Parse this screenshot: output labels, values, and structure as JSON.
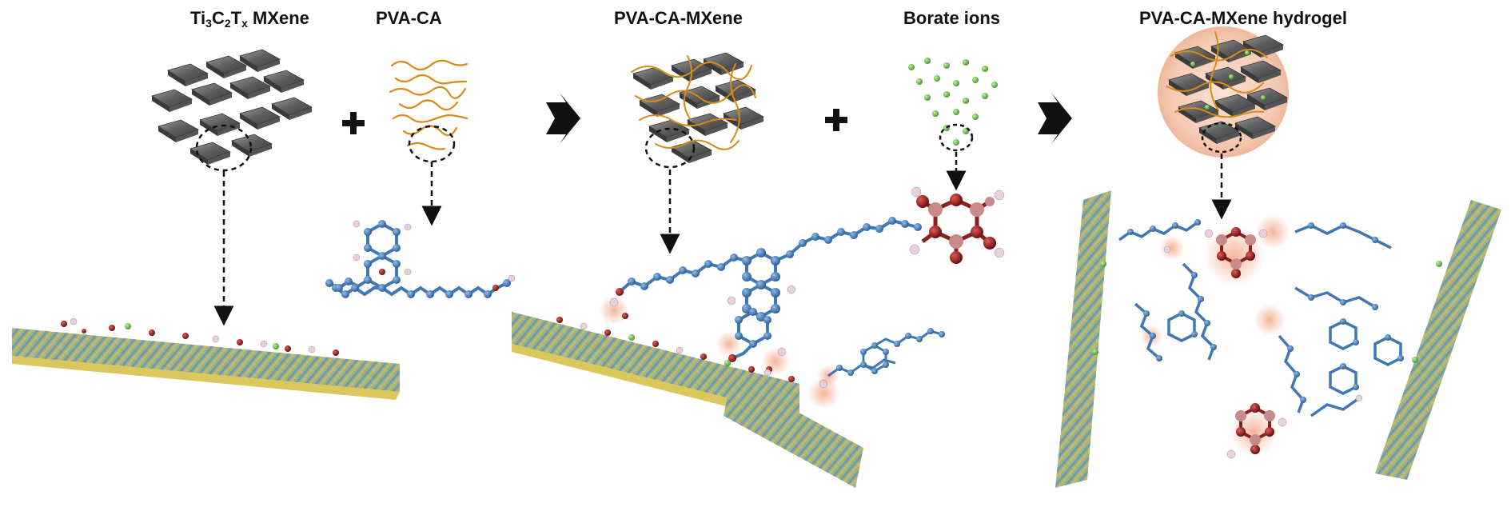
{
  "labels": {
    "mxene_pre": "Ti",
    "mxene_sub1": "3",
    "mxene_c": "C",
    "mxene_sub2": "2",
    "mxene_t": "T",
    "mxene_sub3": "x",
    "mxene_post": " MXene",
    "pva_ca": "PVA-CA",
    "pva_ca_mxene": "PVA-CA-MXene",
    "borate_ions": "Borate ions",
    "hydrogel": "PVA-CA-MXene hydrogel"
  },
  "colors": {
    "sheet": "#6f6f6f",
    "polymer": "#d98a1a",
    "chain": "#3f78b5",
    "gold": "#c9b23a",
    "lightblue": "#8fc8e6",
    "borate_red": "#a32222",
    "borate_pink": "#c98a8a",
    "hydrogen": "#e8d0dc",
    "green_ion": "#6fc24a",
    "glow": "#f4b79a",
    "arrow": "#111111"
  },
  "icons": [
    "plus-icon",
    "right-arrow-icon",
    "dashed-circle-icon",
    "dashed-down-arrow-icon"
  ]
}
